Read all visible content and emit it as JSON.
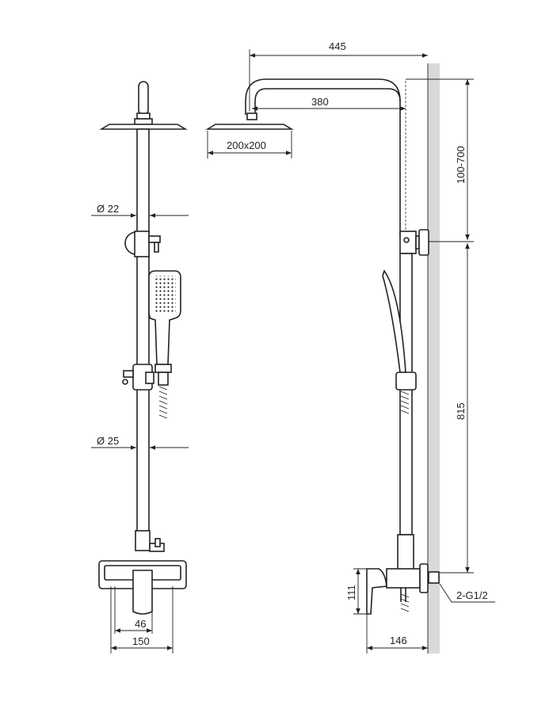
{
  "drawing": {
    "dimensions": {
      "total_reach": "445",
      "arm_length": "380",
      "head_size": "200x200",
      "height_adjust": "100-700",
      "upper_pipe_diameter": "Ø 22",
      "lower_pipe_diameter": "Ø 25",
      "bar_height": "815",
      "mixer_height": "111",
      "mixer_depth": "146",
      "connection": "2-G1/2",
      "spout_width": "46",
      "mixer_width": "150"
    },
    "colors": {
      "line": "#222222",
      "wall": "#d9d9d9"
    }
  }
}
